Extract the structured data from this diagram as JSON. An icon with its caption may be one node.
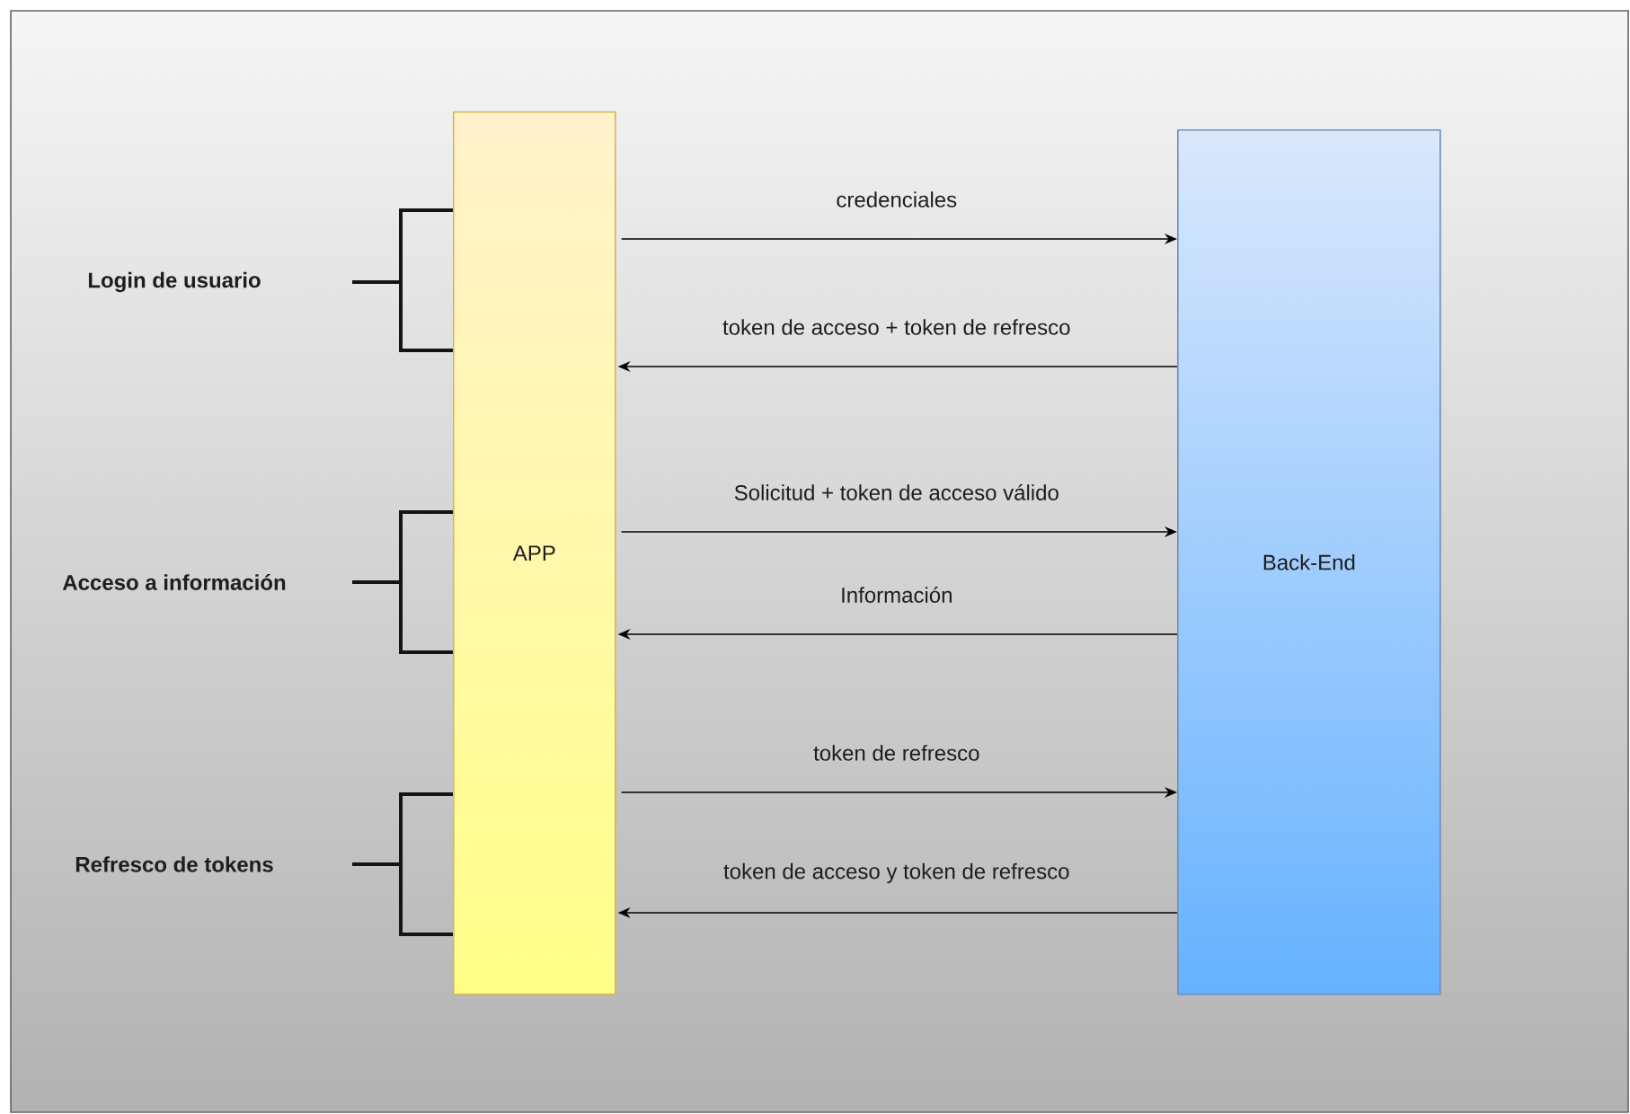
{
  "diagram": {
    "nodes": [
      {
        "text": [
          "APP"
        ]
      },
      {
        "text": [
          "Back-End"
        ]
      }
    ],
    "edges": [
      {
        "from": 0,
        "to": 1,
        "arrow": "to",
        "label": "credenciales"
      },
      {
        "from": 1,
        "to": 0,
        "arrow": "to",
        "label": "token de acceso + token de refresco"
      },
      {
        "from": 0,
        "to": 1,
        "arrow": "to",
        "label": "Solicitud + token de acceso válido"
      },
      {
        "from": 1,
        "to": 0,
        "arrow": "to",
        "label": "Información"
      },
      {
        "from": 0,
        "to": 1,
        "arrow": "to",
        "label": "token de refresco"
      },
      {
        "from": 1,
        "to": 0,
        "arrow": "to",
        "label": "token de acceso y token de refresco"
      }
    ],
    "labels": [
      "Login de usuario",
      "Acceso a información",
      "Refresco de tokens"
    ]
  }
}
